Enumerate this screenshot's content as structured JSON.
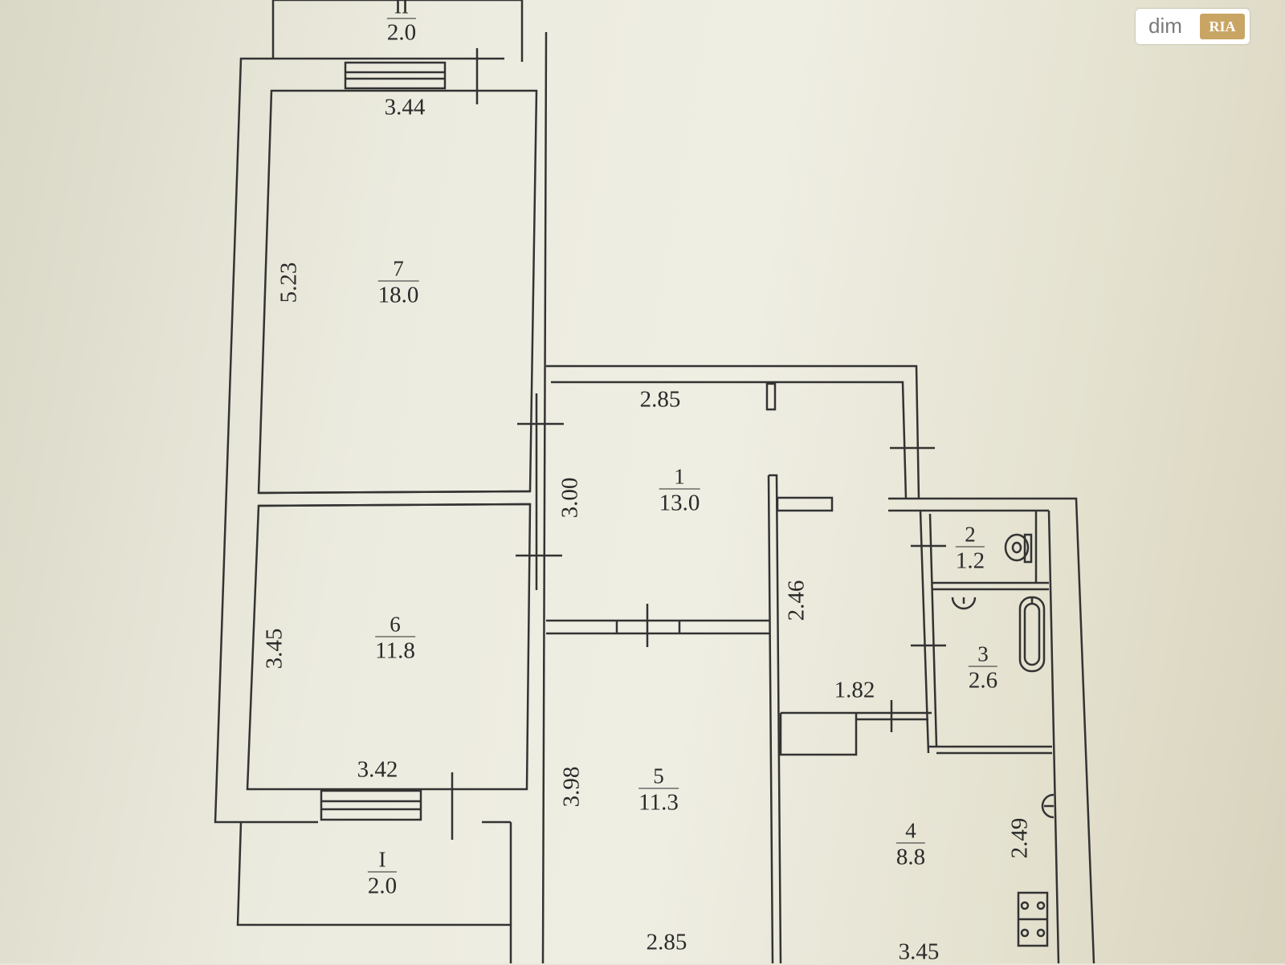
{
  "logo": {
    "text": "dim",
    "mark": "RIA"
  },
  "rooms": [
    {
      "id": "1",
      "number": "1",
      "area": "13.0"
    },
    {
      "id": "2",
      "number": "2",
      "area": "1.2"
    },
    {
      "id": "3",
      "number": "3",
      "area": "2.6"
    },
    {
      "id": "4",
      "number": "4",
      "area": "8.8"
    },
    {
      "id": "5",
      "number": "5",
      "area": "11.3"
    },
    {
      "id": "6",
      "number": "6",
      "area": "11.8"
    },
    {
      "id": "7",
      "number": "7",
      "area": "18.0"
    },
    {
      "id": "balcony-I",
      "number": "I",
      "area": "2.0"
    },
    {
      "id": "balcony-II",
      "number": "II",
      "area": "2.0"
    }
  ],
  "dimensions": {
    "room7_width": "3.44",
    "room7_length": "5.23",
    "room1_width": "2.85",
    "room1_length": "3.00",
    "room6_length": "3.45",
    "room6_width": "3.42",
    "room5_length": "3.98",
    "room5_width": "2.85",
    "hall_length": "2.46",
    "hall_width": "1.82",
    "room4_length": "2.49",
    "room4_width": "3.45"
  }
}
